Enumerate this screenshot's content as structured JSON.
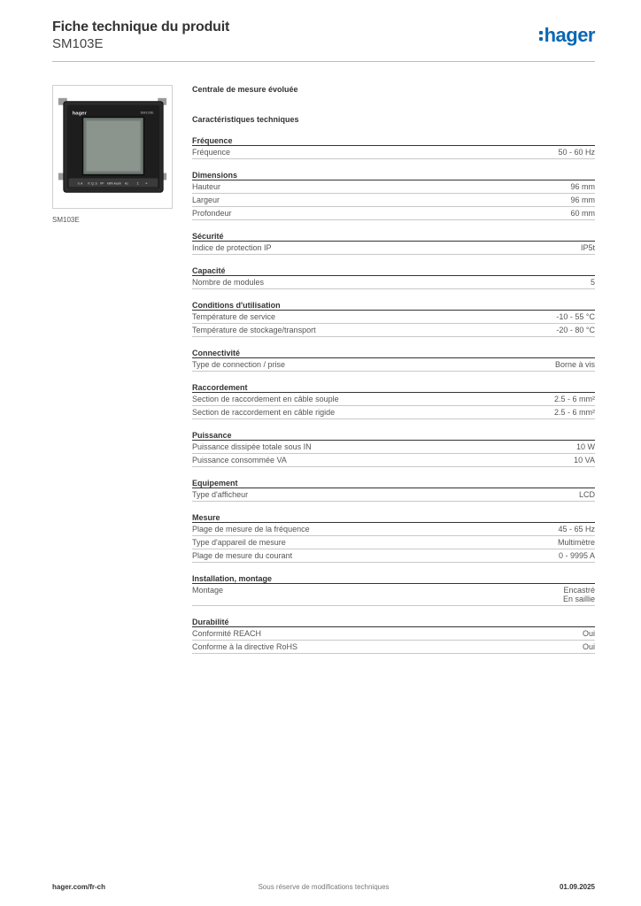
{
  "header": {
    "title": "Fiche technique du produit",
    "subtitle": "SM103E",
    "logo_text": "hager"
  },
  "image": {
    "caption": "SM103E",
    "device_brand": "hager",
    "device_model": "SM103E",
    "device_keys": [
      "V, A",
      "P, Q, S",
      "PF",
      "kWh kvarh",
      "Hz",
      "Σ",
      "≡"
    ]
  },
  "content": {
    "product_name": "Centrale de mesure évoluée",
    "tech_heading": "Caractéristiques techniques",
    "sections": [
      {
        "title": "Fréquence",
        "rows": [
          {
            "label": "Fréquence",
            "value": "50 - 60 Hz"
          }
        ]
      },
      {
        "title": "Dimensions",
        "rows": [
          {
            "label": "Hauteur",
            "value": "96 mm"
          },
          {
            "label": "Largeur",
            "value": "96 mm"
          },
          {
            "label": "Profondeur",
            "value": "60 mm"
          }
        ]
      },
      {
        "title": "Sécurité",
        "rows": [
          {
            "label": "Indice de protection IP",
            "value": "IP5t"
          }
        ]
      },
      {
        "title": "Capacité",
        "rows": [
          {
            "label": "Nombre de modules",
            "value": "5"
          }
        ]
      },
      {
        "title": "Conditions d'utilisation",
        "rows": [
          {
            "label": "Température de service",
            "value": "-10 - 55 °C"
          },
          {
            "label": "Température de stockage/transport",
            "value": "-20 - 80 °C"
          }
        ]
      },
      {
        "title": "Connectivité",
        "rows": [
          {
            "label": "Type de connection / prise",
            "value": "Borne à vis"
          }
        ]
      },
      {
        "title": "Raccordement",
        "rows": [
          {
            "label": "Section de raccordement en câble souple",
            "value": "2.5 - 6 mm²"
          },
          {
            "label": "Section de raccordement en câble rigide",
            "value": "2.5 - 6 mm²"
          }
        ]
      },
      {
        "title": "Puissance",
        "rows": [
          {
            "label": "Puissance dissipée totale sous IN",
            "value": "10 W"
          },
          {
            "label": "Puissance consommée VA",
            "value": "10 VA"
          }
        ]
      },
      {
        "title": "Equipement",
        "rows": [
          {
            "label": "Type d'afficheur",
            "value": "LCD"
          }
        ]
      },
      {
        "title": "Mesure",
        "rows": [
          {
            "label": "Plage de mesure de la fréquence",
            "value": "45 - 65 Hz"
          },
          {
            "label": "Type d'appareil de mesure",
            "value": "Multimètre"
          },
          {
            "label": "Plage de mesure du courant",
            "value": "0 - 9995 A"
          }
        ]
      },
      {
        "title": "Installation, montage",
        "rows": [
          {
            "label": "Montage",
            "values": [
              "Encastré",
              "En saillie"
            ]
          }
        ]
      },
      {
        "title": "Durabilité",
        "rows": [
          {
            "label": "Conformité REACH",
            "value": "Oui"
          },
          {
            "label": "Conforme à la directive RoHS",
            "value": "Oui"
          }
        ]
      }
    ]
  },
  "footer": {
    "website": "hager.com/fr-ch",
    "notice": "Sous réserve de modifications techniques",
    "date": "01.09.2025"
  },
  "colors": {
    "brand_blue": "#0a67b3",
    "text": "#333333",
    "rule_light": "#c8c8c8"
  }
}
